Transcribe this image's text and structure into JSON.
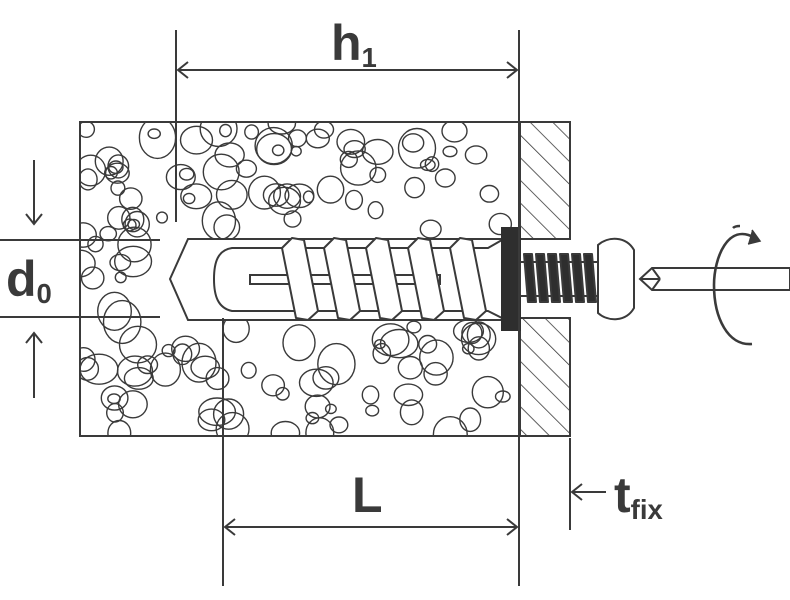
{
  "labels": {
    "h1": {
      "main": "h",
      "sub": "1"
    },
    "d0": {
      "main": "d",
      "sub": "0"
    },
    "L": {
      "main": "L"
    },
    "tfix": {
      "main": "t",
      "sub": "fix"
    }
  },
  "colors": {
    "stroke": "#3a3a3a",
    "background": "#ffffff",
    "dark": "#2e2e2e"
  },
  "icons": {
    "rotation": "rotation-arrow-icon"
  }
}
